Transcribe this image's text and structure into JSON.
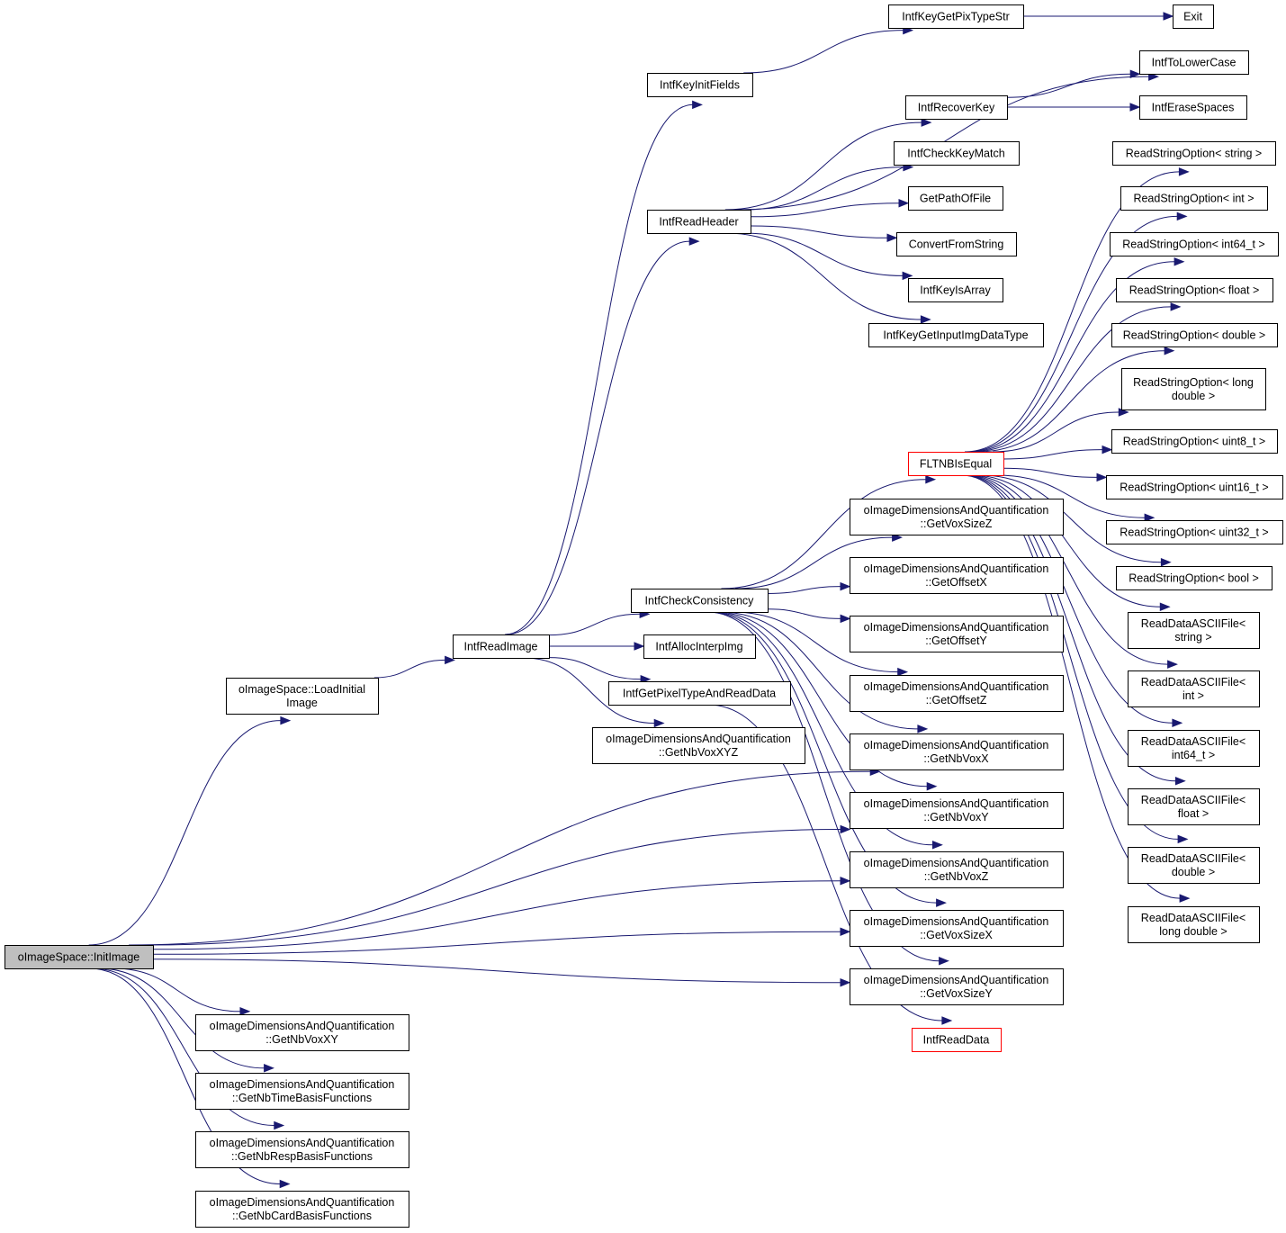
{
  "colors": {
    "edge": "#191970",
    "root_fill": "#bfbfbf",
    "truncated_border": "#ff0000",
    "node_border": "#000000"
  },
  "nodes": [
    {
      "id": "initimage",
      "label": [
        "oImageSpace::InitImage"
      ],
      "style": "root"
    },
    {
      "id": "loadinitial",
      "label": [
        "oImageSpace::LoadInitial",
        "Image"
      ]
    },
    {
      "id": "intfreadimage",
      "label": [
        "IntfReadImage"
      ]
    },
    {
      "id": "intfkeyinitfields",
      "label": [
        "IntfKeyInitFields"
      ]
    },
    {
      "id": "intfreadheader",
      "label": [
        "IntfReadHeader"
      ]
    },
    {
      "id": "intfcheckconsistency",
      "label": [
        "IntfCheckConsistency"
      ]
    },
    {
      "id": "intfallocinterpimg",
      "label": [
        "IntfAllocInterpImg"
      ]
    },
    {
      "id": "intfgetpixeltype",
      "label": [
        "IntfGetPixelTypeAndReadData"
      ]
    },
    {
      "id": "getnbvoxxyz",
      "label": [
        "oImageDimensionsAndQuantification",
        "::GetNbVoxXYZ"
      ]
    },
    {
      "id": "intfkeygetpixtypestr",
      "label": [
        "IntfKeyGetPixTypeStr"
      ]
    },
    {
      "id": "exit",
      "label": [
        "Exit"
      ]
    },
    {
      "id": "intftolowercase",
      "label": [
        "IntfToLowerCase"
      ]
    },
    {
      "id": "intfrecoverkey",
      "label": [
        "IntfRecoverKey"
      ]
    },
    {
      "id": "intferasespaces",
      "label": [
        "IntfEraseSpaces"
      ]
    },
    {
      "id": "intfcheckkeymatch",
      "label": [
        "IntfCheckKeyMatch"
      ]
    },
    {
      "id": "getpathoffile",
      "label": [
        "GetPathOfFile"
      ]
    },
    {
      "id": "convertfromstring",
      "label": [
        "ConvertFromString"
      ]
    },
    {
      "id": "intfkeyisarray",
      "label": [
        "IntfKeyIsArray"
      ]
    },
    {
      "id": "intfkeygetinputimg",
      "label": [
        "IntfKeyGetInputImgDataType"
      ]
    },
    {
      "id": "fltnbisequal",
      "label": [
        "FLTNBIsEqual"
      ],
      "style": "truncated"
    },
    {
      "id": "getvoxsizez",
      "label": [
        "oImageDimensionsAndQuantification",
        "::GetVoxSizeZ"
      ]
    },
    {
      "id": "getoffsetx",
      "label": [
        "oImageDimensionsAndQuantification",
        "::GetOffsetX"
      ]
    },
    {
      "id": "getoffsety",
      "label": [
        "oImageDimensionsAndQuantification",
        "::GetOffsetY"
      ]
    },
    {
      "id": "getoffsetz",
      "label": [
        "oImageDimensionsAndQuantification",
        "::GetOffsetZ"
      ]
    },
    {
      "id": "getnbvoxx",
      "label": [
        "oImageDimensionsAndQuantification",
        "::GetNbVoxX"
      ]
    },
    {
      "id": "getnbvoxy",
      "label": [
        "oImageDimensionsAndQuantification",
        "::GetNbVoxY"
      ]
    },
    {
      "id": "getnbvoxz",
      "label": [
        "oImageDimensionsAndQuantification",
        "::GetNbVoxZ"
      ]
    },
    {
      "id": "getvoxsizex",
      "label": [
        "oImageDimensionsAndQuantification",
        "::GetVoxSizeX"
      ]
    },
    {
      "id": "getvoxsizey",
      "label": [
        "oImageDimensionsAndQuantification",
        "::GetVoxSizeY"
      ]
    },
    {
      "id": "intfreaddata",
      "label": [
        "IntfReadData"
      ],
      "style": "truncated"
    },
    {
      "id": "getnbvoxxy",
      "label": [
        "oImageDimensionsAndQuantification",
        "::GetNbVoxXY"
      ]
    },
    {
      "id": "getnbtimebasis",
      "label": [
        "oImageDimensionsAndQuantification",
        "::GetNbTimeBasisFunctions"
      ]
    },
    {
      "id": "getnbrespbasis",
      "label": [
        "oImageDimensionsAndQuantification",
        "::GetNbRespBasisFunctions"
      ]
    },
    {
      "id": "getnbcardbasis",
      "label": [
        "oImageDimensionsAndQuantification",
        "::GetNbCardBasisFunctions"
      ]
    },
    {
      "id": "rso_string",
      "label": [
        "ReadStringOption< string >"
      ]
    },
    {
      "id": "rso_int",
      "label": [
        "ReadStringOption< int >"
      ]
    },
    {
      "id": "rso_int64",
      "label": [
        "ReadStringOption< int64_t >"
      ]
    },
    {
      "id": "rso_float",
      "label": [
        "ReadStringOption< float >"
      ]
    },
    {
      "id": "rso_double",
      "label": [
        "ReadStringOption< double >"
      ]
    },
    {
      "id": "rso_longdouble",
      "label": [
        "ReadStringOption< long",
        "double >"
      ]
    },
    {
      "id": "rso_uint8",
      "label": [
        "ReadStringOption< uint8_t >"
      ]
    },
    {
      "id": "rso_uint16",
      "label": [
        "ReadStringOption< uint16_t >"
      ]
    },
    {
      "id": "rso_uint32",
      "label": [
        "ReadStringOption< uint32_t >"
      ]
    },
    {
      "id": "rso_bool",
      "label": [
        "ReadStringOption< bool >"
      ]
    },
    {
      "id": "rda_string",
      "label": [
        "ReadDataASCIIFile<",
        "string >"
      ]
    },
    {
      "id": "rda_int",
      "label": [
        "ReadDataASCIIFile<",
        "int >"
      ]
    },
    {
      "id": "rda_int64",
      "label": [
        "ReadDataASCIIFile<",
        "int64_t >"
      ]
    },
    {
      "id": "rda_float",
      "label": [
        "ReadDataASCIIFile<",
        "float >"
      ]
    },
    {
      "id": "rda_double",
      "label": [
        "ReadDataASCIIFile<",
        "double >"
      ]
    },
    {
      "id": "rda_longdouble",
      "label": [
        "ReadDataASCIIFile<",
        "long double >"
      ]
    }
  ],
  "edges": [
    [
      "initimage",
      "loadinitial"
    ],
    [
      "initimage",
      "getnbvoxx"
    ],
    [
      "initimage",
      "getnbvoxy"
    ],
    [
      "initimage",
      "getnbvoxz"
    ],
    [
      "initimage",
      "getvoxsizex"
    ],
    [
      "initimage",
      "getvoxsizey"
    ],
    [
      "initimage",
      "getnbvoxxy"
    ],
    [
      "initimage",
      "getnbtimebasis"
    ],
    [
      "initimage",
      "getnbrespbasis"
    ],
    [
      "initimage",
      "getnbcardbasis"
    ],
    [
      "loadinitial",
      "intfreadimage"
    ],
    [
      "intfreadimage",
      "intfkeyinitfields"
    ],
    [
      "intfreadimage",
      "intfreadheader"
    ],
    [
      "intfreadimage",
      "intfcheckconsistency"
    ],
    [
      "intfreadimage",
      "intfallocinterpimg"
    ],
    [
      "intfreadimage",
      "intfgetpixeltype"
    ],
    [
      "intfreadimage",
      "getnbvoxxyz"
    ],
    [
      "intfkeyinitfields",
      "intfkeygetpixtypestr"
    ],
    [
      "intfkeygetpixtypestr",
      "exit"
    ],
    [
      "intfreadheader",
      "intftolowercase"
    ],
    [
      "intfreadheader",
      "intfrecoverkey"
    ],
    [
      "intfreadheader",
      "intfcheckkeymatch"
    ],
    [
      "intfreadheader",
      "getpathoffile"
    ],
    [
      "intfreadheader",
      "convertfromstring"
    ],
    [
      "intfreadheader",
      "intfkeyisarray"
    ],
    [
      "intfreadheader",
      "intfkeygetinputimg"
    ],
    [
      "intfrecoverkey",
      "intftolowercase"
    ],
    [
      "intfrecoverkey",
      "intferasespaces"
    ],
    [
      "intfcheckconsistency",
      "fltnbisequal"
    ],
    [
      "intfcheckconsistency",
      "getvoxsizez"
    ],
    [
      "intfcheckconsistency",
      "getoffsetx"
    ],
    [
      "intfcheckconsistency",
      "getoffsety"
    ],
    [
      "intfcheckconsistency",
      "getoffsetz"
    ],
    [
      "intfcheckconsistency",
      "getnbvoxx"
    ],
    [
      "intfcheckconsistency",
      "getnbvoxy"
    ],
    [
      "intfcheckconsistency",
      "getnbvoxz"
    ],
    [
      "intfcheckconsistency",
      "getvoxsizex"
    ],
    [
      "intfcheckconsistency",
      "getvoxsizey"
    ],
    [
      "intfgetpixeltype",
      "intfreaddata"
    ],
    [
      "fltnbisequal",
      "rso_string"
    ],
    [
      "fltnbisequal",
      "rso_int"
    ],
    [
      "fltnbisequal",
      "rso_int64"
    ],
    [
      "fltnbisequal",
      "rso_float"
    ],
    [
      "fltnbisequal",
      "rso_double"
    ],
    [
      "fltnbisequal",
      "rso_longdouble"
    ],
    [
      "fltnbisequal",
      "rso_uint8"
    ],
    [
      "fltnbisequal",
      "rso_uint16"
    ],
    [
      "fltnbisequal",
      "rso_uint32"
    ],
    [
      "fltnbisequal",
      "rso_bool"
    ],
    [
      "fltnbisequal",
      "rda_string"
    ],
    [
      "fltnbisequal",
      "rda_int"
    ],
    [
      "fltnbisequal",
      "rda_int64"
    ],
    [
      "fltnbisequal",
      "rda_float"
    ],
    [
      "fltnbisequal",
      "rda_double"
    ],
    [
      "fltnbisequal",
      "rda_longdouble"
    ]
  ]
}
